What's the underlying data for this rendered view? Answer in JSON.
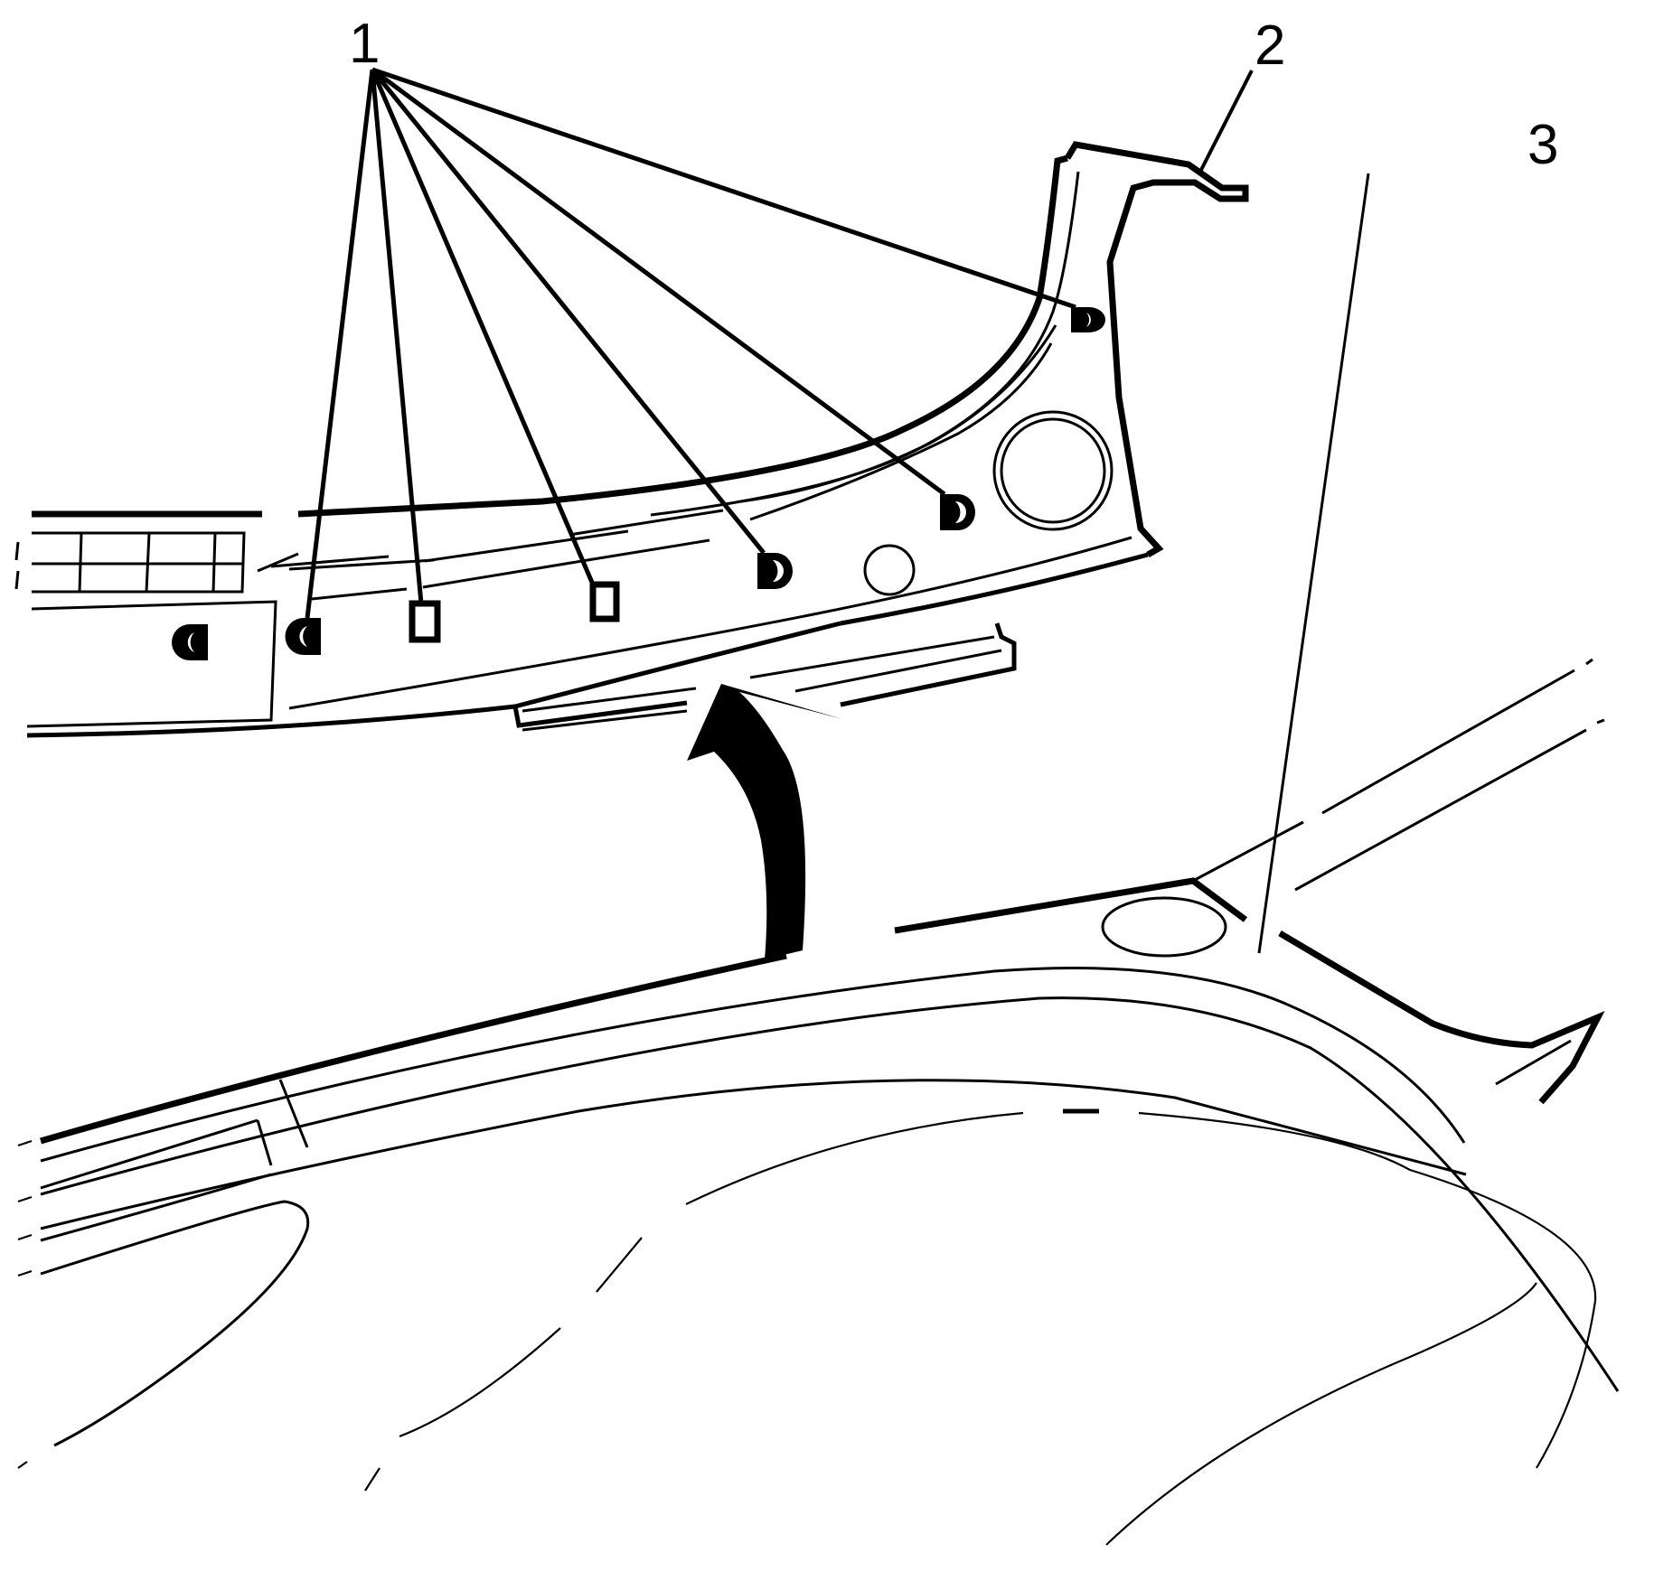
{
  "diagram": {
    "type": "exploded-view illustration",
    "subject": "A-pillar / instrument panel upper trim installation",
    "line_color": "#000000",
    "background": "#ffffff"
  },
  "callouts": [
    {
      "id": "1",
      "label": "1",
      "target": "retaining clips (6)"
    },
    {
      "id": "2",
      "label": "2",
      "target": "trim panel"
    },
    {
      "id": "3",
      "label": "3",
      "target": "body / windshield frame"
    }
  ],
  "arrow": {
    "direction": "up",
    "meaning": "install direction"
  }
}
